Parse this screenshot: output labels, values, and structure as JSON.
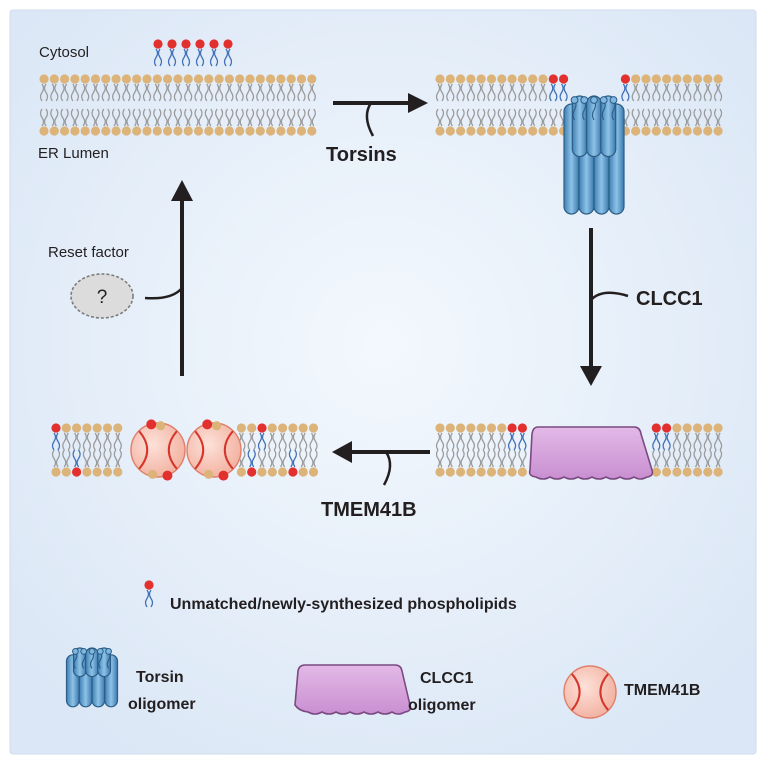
{
  "labels": {
    "cytosol": "Cytosol",
    "er_lumen": "ER Lumen",
    "torsins": "Torsins",
    "clcc1": "CLCC1",
    "tmem41b": "TMEM41B",
    "reset_factor": "Reset factor",
    "question": "?"
  },
  "legend": {
    "phospholipids": "Unmatched/newly-synthesized phospholipids",
    "torsin_line1": "Torsin",
    "torsin_line2": "oligomer",
    "clcc1_line1": "CLCC1",
    "clcc1_line2": "oligomer",
    "tmem41b": "TMEM41B"
  },
  "colors": {
    "background": "#e4eefa",
    "lipid_head": "#dcb47a",
    "lipid_tail": "#9a9a9a",
    "unmatched_head": "#e2302f",
    "unmatched_tail": "#3e6fb7",
    "torsin": "#6aa8d4",
    "clcc1": "#d7a6dd",
    "tmem41b_fill": "#f7c9bd",
    "tmem41b_line": "#d6352a",
    "arrow": "#231f20"
  },
  "icons": [
    "torsin-oligomer-icon",
    "clcc1-oligomer-icon",
    "tmem41b-icon",
    "phospholipid-icon",
    "reset-factor-icon"
  ]
}
